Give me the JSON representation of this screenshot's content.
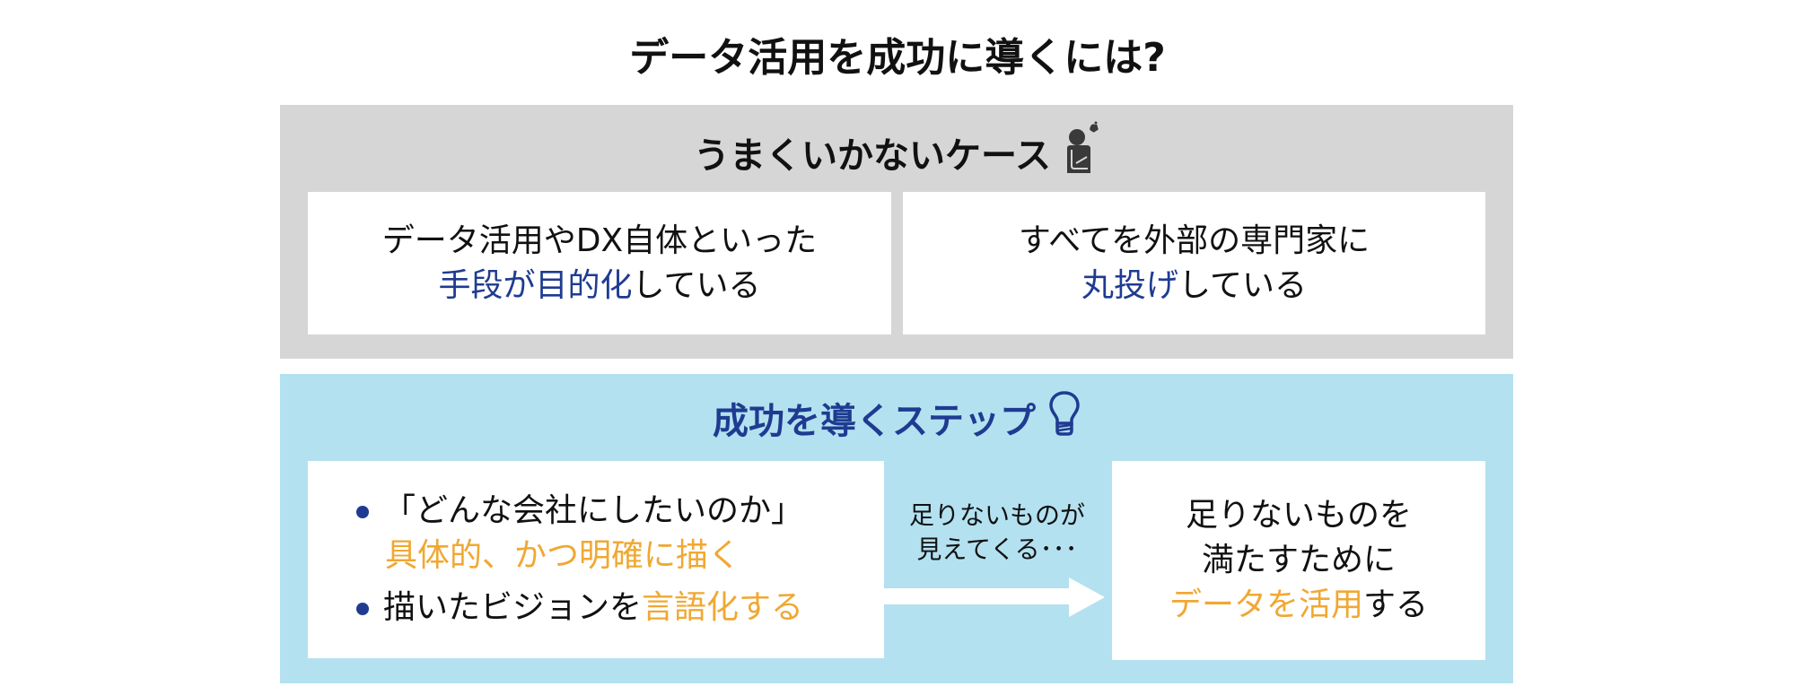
{
  "title": "データ活用を成功に導くには?",
  "colors": {
    "gray_panel": "#d6d6d6",
    "blue_panel": "#b3e1f0",
    "accent_blue": "#1f3b91",
    "accent_orange": "#f0a832",
    "card": "#ffffff"
  },
  "failure_section": {
    "header": "うまくいかないケース",
    "icon": "troubled-person-icon",
    "cards": [
      {
        "line1": "データ活用やDX自体といった",
        "line2_highlight": "手段が目的化",
        "line2_rest": "している"
      },
      {
        "line1": "すべてを外部の専門家に",
        "line2_highlight": "丸投げ",
        "line2_rest": "している"
      }
    ]
  },
  "success_section": {
    "header": "成功を導くステップ",
    "icon": "lightbulb-icon",
    "bullets": [
      {
        "text": "「どんな会社にしたいのか」",
        "sub_highlight": "具体的、かつ明確に描く"
      },
      {
        "text": "描いたビジョンを",
        "highlight": "言語化する"
      }
    ],
    "arrow_label_line1": "足りないものが",
    "arrow_label_line2": "見えてくる･･･",
    "result_card": {
      "line1": "足りないものを",
      "line2": "満たすために",
      "line3_highlight": "データを活用",
      "line3_rest": "する"
    }
  }
}
